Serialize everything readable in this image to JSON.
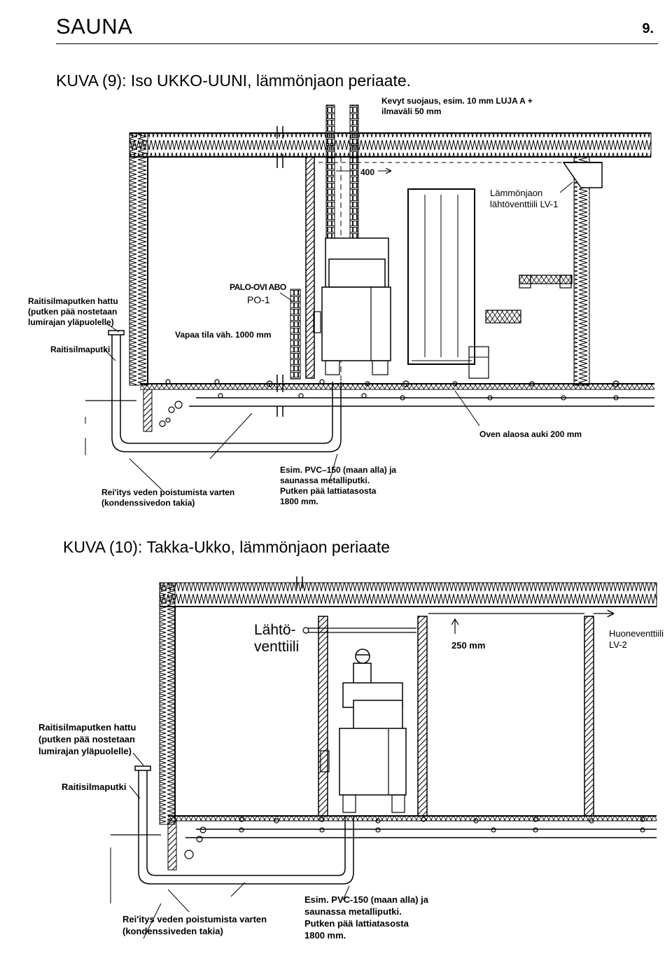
{
  "header": {
    "title": "SAUNA",
    "page_number": "9."
  },
  "figure9": {
    "title": "KUVA (9): Iso UKKO-UUNI, lämmönjaon periaate.",
    "labels": {
      "kevyt_suojaus": "Kevyt suojaus, esim. 10 mm LUJA A +\nilmaväli 50 mm",
      "dim_400": "400",
      "lahtoventtiili": "Lämmönjaon\nlähtöventtiili LV-1",
      "raitisilmaputken_hattu": "Raitisilmaputken hattu\n(putken pää nostetaan\nlumirajan yläpuolelle)",
      "raitisilmaputki": "Raitisilmaputki",
      "palo_ovi": "PALO-OVI ABO",
      "po1": "PO-1",
      "vapaa_tila": "Vapaa tila väh. 1000 mm",
      "oven_alaosa": "Oven alaosa auki 200 mm",
      "rei_itys": "Rei'itys veden poistumista varten\n(kondenssivedon takia)",
      "esim_pvc": "Esim. PVC–150 (maan alla) ja\nsaunassa metalliputki.\nPutken pää lattiatasosta\n1800 mm."
    }
  },
  "figure10": {
    "title": "KUVA (10): Takka-Ukko, lämmönjaon periaate",
    "labels": {
      "lahtoventtiili": "Lähtö-\nventtiili",
      "dim_250": "250 mm",
      "huoneventtiili": "Huoneventtiili\nLV-2",
      "raitisilmaputken_hattu": "Raitisilmaputken hattu\n(putken pää nostetaan\nlumirajan yläpuolelle)",
      "raitisilmaputki": "Raitisilmaputki",
      "rei_itys": "Rei'itys veden poistumista varten\n(kondenssiveden takia)",
      "esim_pvc": "Esim. PVC-150 (maan alla) ja\nsaunassa metalliputki.\nPutken pää lattiatasosta\n1800 mm."
    }
  },
  "colors": {
    "ink": "#000000",
    "paper": "#ffffff"
  }
}
